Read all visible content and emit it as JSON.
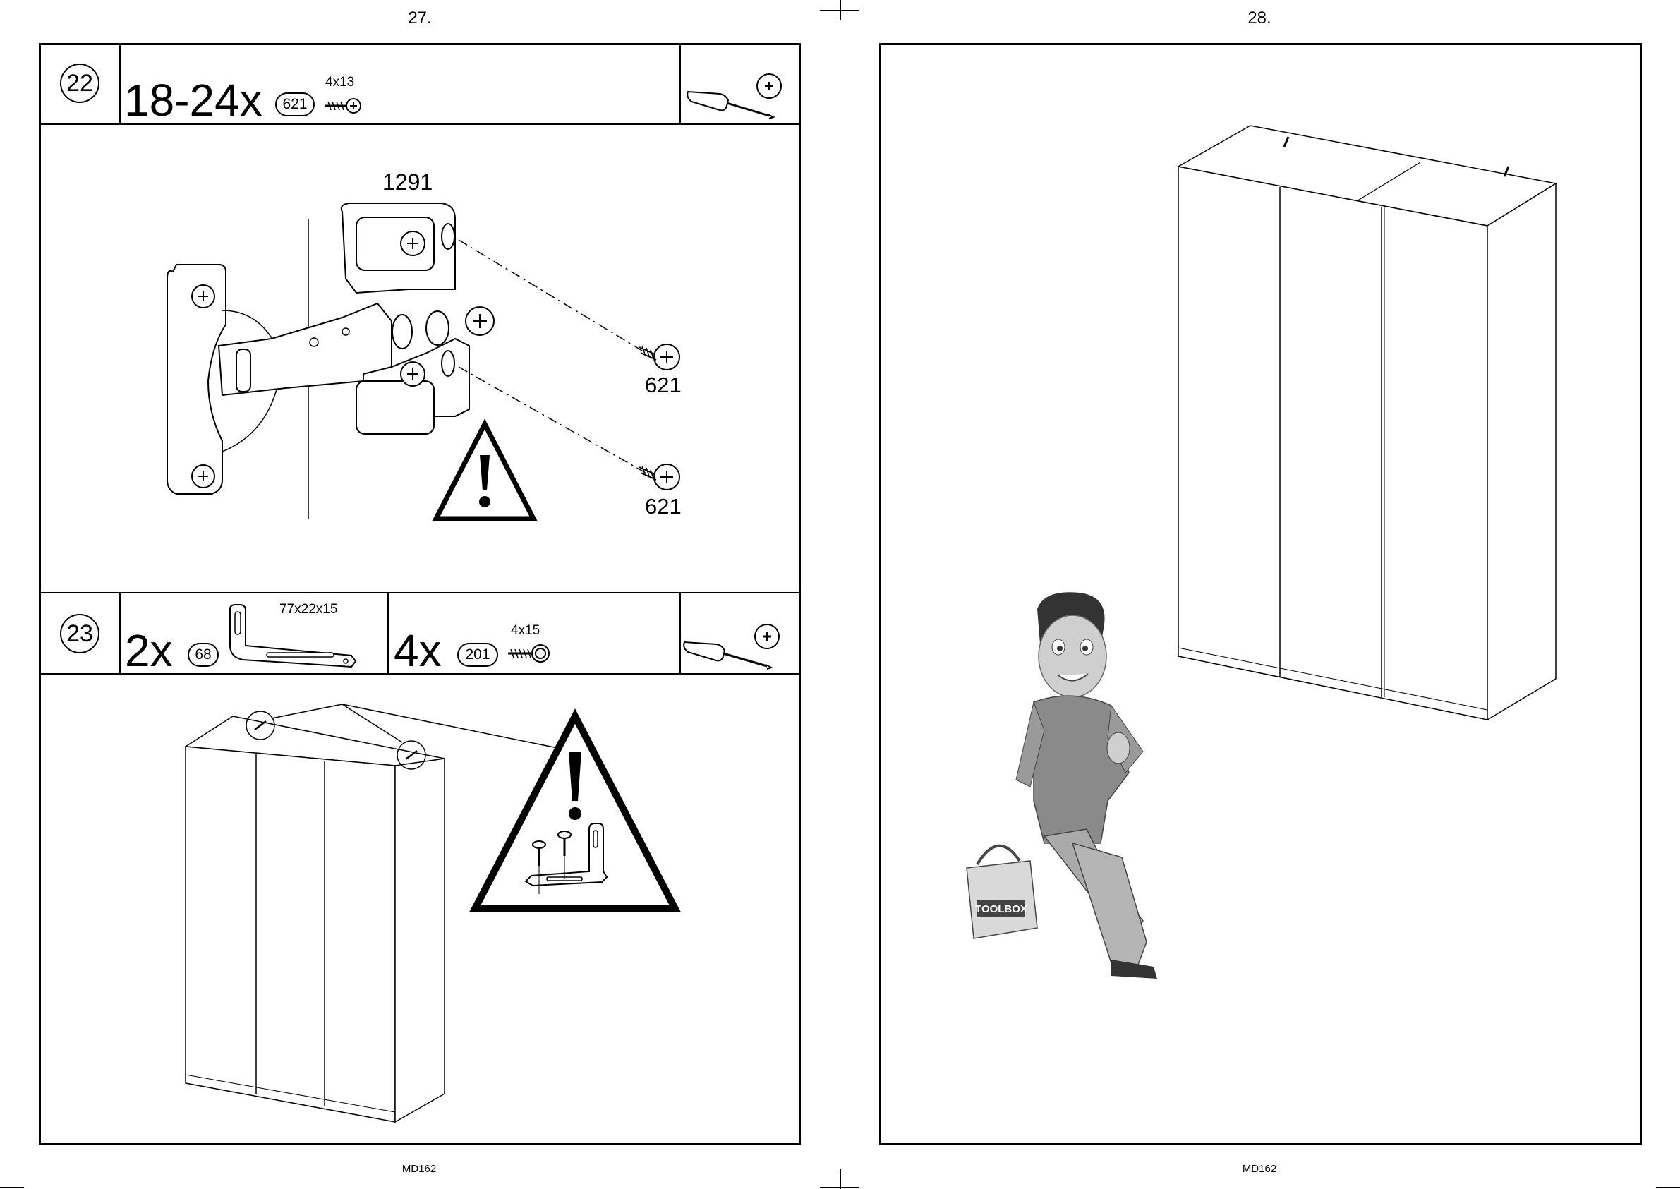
{
  "pages": [
    {
      "number": "27.",
      "footer": "MD162"
    },
    {
      "number": "28.",
      "footer": "MD162"
    }
  ],
  "step22": {
    "step": "22",
    "quantity": "18-24x",
    "part": "621",
    "screw_size": "4x13",
    "hinge_part": "1291",
    "screw_labels": [
      "621",
      "621"
    ],
    "tool": "phillips-screwdriver-icon"
  },
  "step23": {
    "step": "23",
    "bracket": {
      "quantity": "2x",
      "part": "68",
      "size": "77x22x15"
    },
    "screw": {
      "quantity": "4x",
      "part": "201",
      "size": "4x15"
    },
    "tool": "phillips-screwdriver-icon"
  },
  "page28": {
    "toolbox_text": "TOOLBOX"
  },
  "icons": [
    "warning-icon",
    "phillips-screwdriver-icon",
    "screw-icon",
    "bracket-icon",
    "hinge-icon",
    "wardrobe-icon",
    "mascot-figure"
  ]
}
